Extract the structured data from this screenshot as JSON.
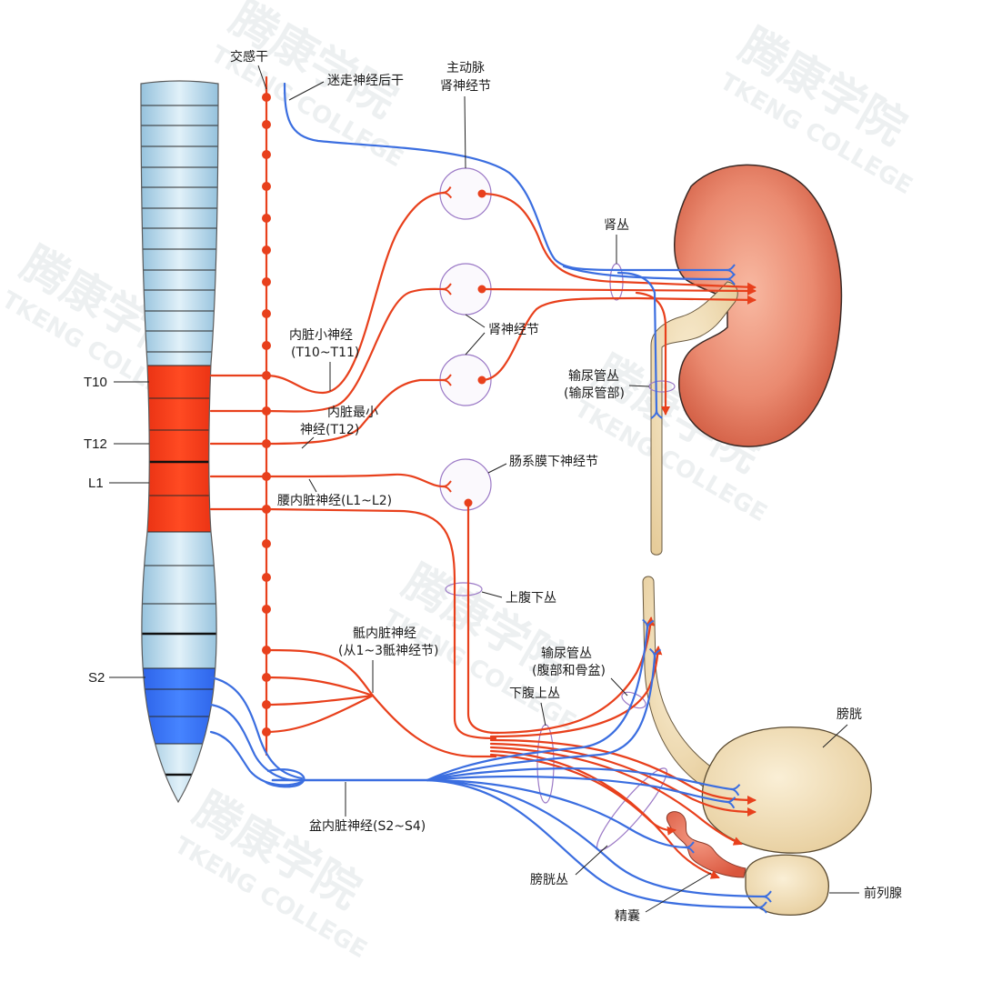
{
  "labels": {
    "sympathetic_trunk": "交感干",
    "vagal_posterior_trunk": "迷走神经后干",
    "aorticorenal_ganglion": [
      "主动脉",
      "肾神经节"
    ],
    "renal_plexus": "肾丛",
    "renal_ganglion": "肾神经节",
    "lesser_splanchnic": [
      "内脏小神经",
      "(T10~T11)"
    ],
    "least_splanchnic": [
      "内脏最小",
      "神经(T12)"
    ],
    "ureteric_plexus_ureteral": [
      "输尿管丛",
      "(输尿管部)"
    ],
    "inferior_mesenteric_ganglion": "肠系膜下神经节",
    "lumbar_splanchnic": "腰内脏神经(L1~L2)",
    "superior_hypogastric_plexus": "上腹下丛",
    "sacral_splanchnic": [
      "骶内脏神经",
      "(从1~3骶神经节)"
    ],
    "ureteric_plexus_pelvic": [
      "输尿管丛",
      "(腹部和骨盆)"
    ],
    "inferior_hypogastric_plexus": "下腹上丛",
    "bladder": "膀胱",
    "pelvic_splanchnic": "盆内脏神经(S2~S4)",
    "vesical_plexus": "膀胱丛",
    "prostate": "前列腺",
    "seminal_vesicle": "精囊"
  },
  "levels": {
    "t10": "T10",
    "t12": "T12",
    "l1": "L1",
    "s2": "S2"
  },
  "colors": {
    "sympathetic": "#e8401c",
    "parasympathetic": "#3b6ee0",
    "ganglion_outline": "#9b79c6",
    "kidney": "#e88a70",
    "organ_beige": "#f1dfb6",
    "cord_light_blue": "#cfe7f4",
    "cord_red": "#f5351a",
    "cord_dark_blue": "#2f6cf0"
  },
  "watermark": {
    "cn": "腾康学院",
    "en": "TKENG COLLEGE"
  }
}
